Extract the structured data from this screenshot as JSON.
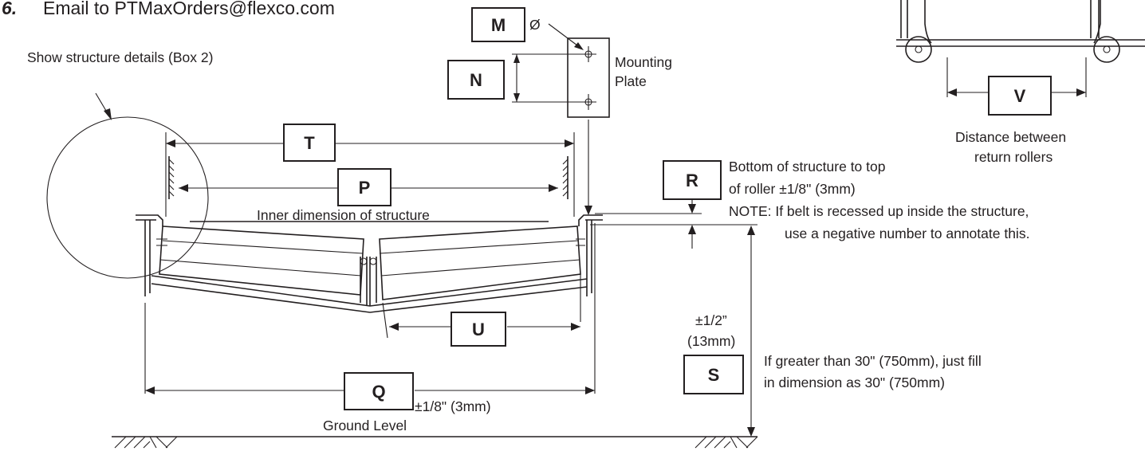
{
  "step": {
    "number": "6.",
    "text": "Email to PTMaxOrders@flexco.com"
  },
  "labels": {
    "structure_details": "Show structure details (Box 2)",
    "mounting_plate_1": "Mounting",
    "mounting_plate_2": "Plate",
    "diameter_symbol": "Ø",
    "inner_dimension": "Inner dimension of structure",
    "r_note_1": "Bottom of structure to top",
    "r_note_2": "of roller ±1/8\" (3mm)",
    "belt_note_1": "NOTE: If belt is recessed up inside the structure,",
    "belt_note_2": "use a negative number to annotate this.",
    "return_rollers_1": "Distance between",
    "return_rollers_2": "return rollers",
    "s_tol_1": "±1/2”",
    "s_tol_2": "(13mm)",
    "s_note_1": "If greater than 30\" (750mm), just fill",
    "s_note_2": "in dimension as 30\" (750mm)",
    "q_tol": "±1/8\" (3mm)",
    "ground_level": "Ground Level"
  },
  "boxes": {
    "M": "M",
    "N": "N",
    "T": "T",
    "P": "P",
    "R": "R",
    "U": "U",
    "Q": "Q",
    "S": "S",
    "V": "V"
  }
}
